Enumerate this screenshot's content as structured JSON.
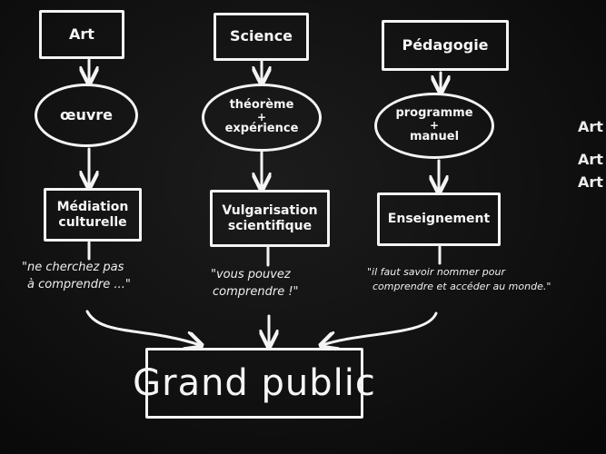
{
  "diagram": {
    "columns": [
      {
        "top": "Art",
        "middle": [
          "œuvre"
        ],
        "bottom": [
          "Médiation",
          "culturelle"
        ],
        "quote": [
          "\"ne cherchez pas",
          "à comprendre ...\""
        ]
      },
      {
        "top": "Science",
        "middle": [
          "théorème",
          "+",
          "expérience"
        ],
        "bottom": [
          "Vulgarisation",
          "scientifique"
        ],
        "quote": [
          "\"vous pouvez",
          "comprendre !\""
        ]
      },
      {
        "top": "Pédagogie",
        "middle": [
          "programme",
          "+",
          "manuel"
        ],
        "bottom": [
          "Enseignement"
        ],
        "quote": [
          "\"il faut savoir nommer pour",
          "comprendre et accéder au monde.\""
        ]
      }
    ],
    "target": "Grand public",
    "side_fragments": [
      "Art",
      "Art",
      "Art"
    ]
  }
}
